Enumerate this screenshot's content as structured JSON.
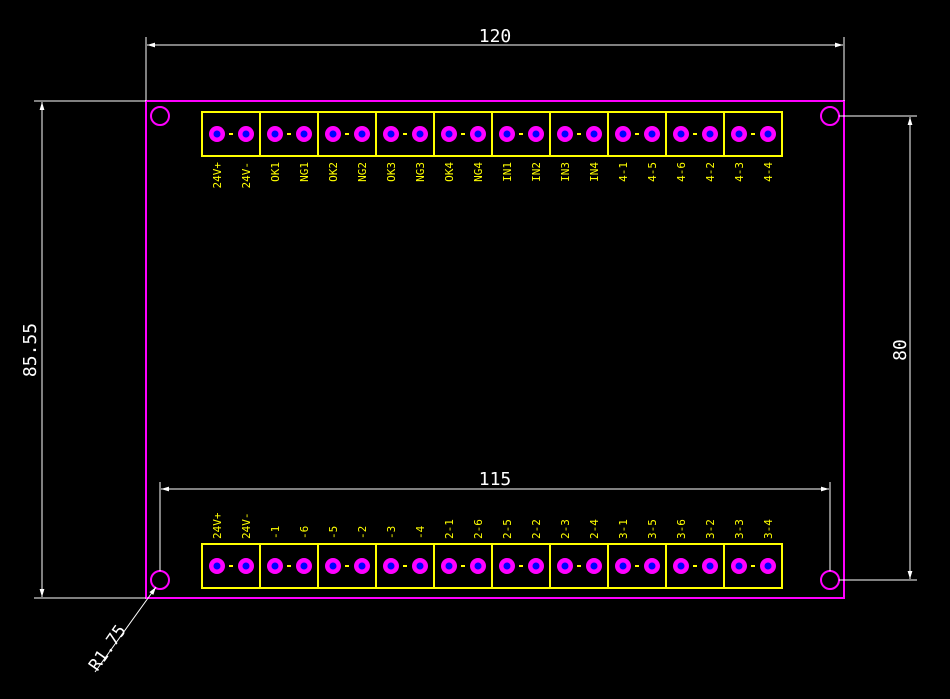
{
  "colors": {
    "background": "#000000",
    "board_outline": "#ff00ff",
    "hole": "#ff00ff",
    "connector": "#ffff00",
    "pad_fill": "#ff00ff",
    "pad_center": "#0000ff",
    "dimension": "#ffffff",
    "silkscreen_text": "#ffff00"
  },
  "dimensions": {
    "width_top": "120",
    "hole_span_bottom": "115",
    "height_left": "85.55",
    "hole_span_right": "80",
    "hole_radius": "R1.75"
  },
  "top_labels": [
    "24V+",
    "24V-",
    "OK1",
    "NG1",
    "OK2",
    "NG2",
    "OK3",
    "NG3",
    "OK4",
    "NG4",
    "IN1",
    "IN2",
    "IN3",
    "IN4",
    "4-1",
    "4-5",
    "4-6",
    "4-2",
    "4-3",
    "4-4"
  ],
  "bottom_labels": [
    "24V+",
    "24V-",
    "-1",
    "-6",
    "-5",
    "-2",
    "-3",
    "-4",
    "2-1",
    "2-6",
    "2-5",
    "2-2",
    "2-3",
    "2-4",
    "3-1",
    "3-5",
    "3-6",
    "3-2",
    "3-3",
    "3-4"
  ]
}
